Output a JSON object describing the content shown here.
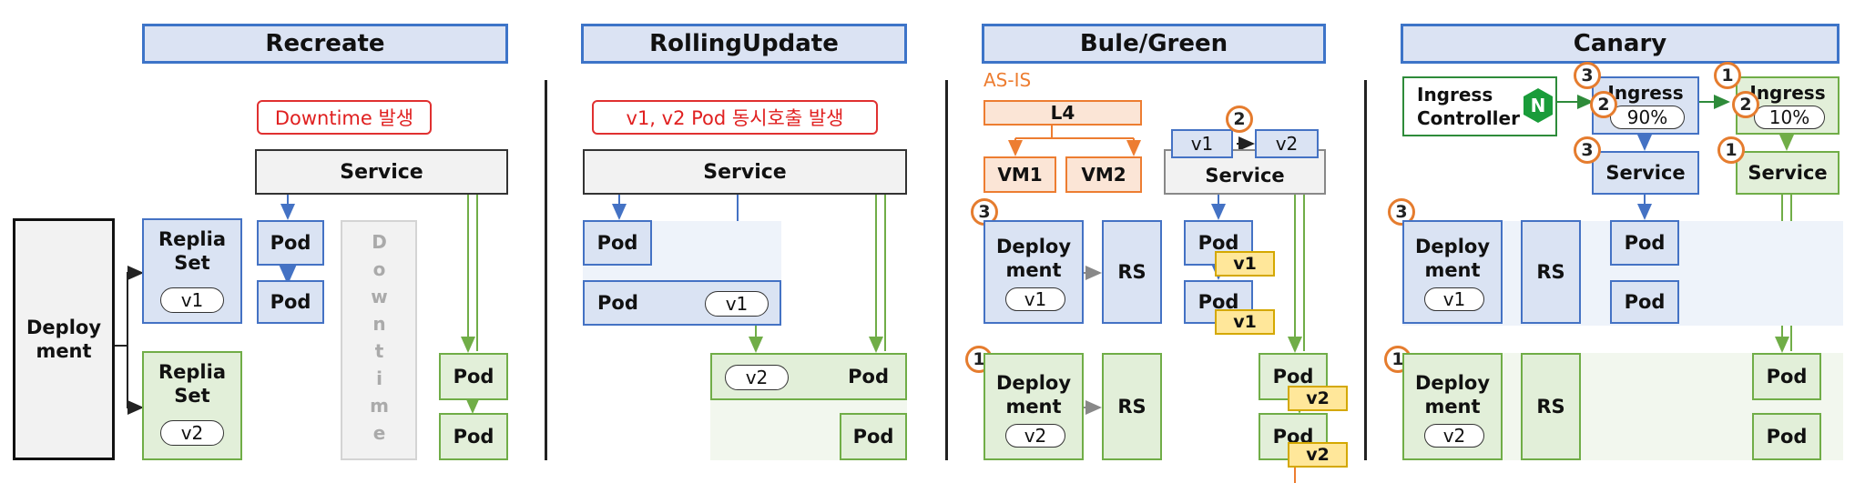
{
  "sections": [
    {
      "title": "Recreate"
    },
    {
      "title": "RollingUpdate"
    },
    {
      "title": "Bule/Green"
    },
    {
      "title": "Canary"
    }
  ],
  "recreate": {
    "note": "Downtime 발생",
    "service": "Service",
    "deployment": "Deploy\nment",
    "rs": "Replia\nSet",
    "v1": "v1",
    "v2": "v2",
    "pod": "Pod",
    "downtime": "Downtime"
  },
  "rolling": {
    "note": "v1, v2 Pod 동시호출 발생",
    "service": "Service",
    "pod": "Pod",
    "v1": "v1",
    "v2": "v2"
  },
  "bluegreen": {
    "asis": "AS-IS",
    "l4": "L4",
    "vm1": "VM1",
    "vm2": "VM2",
    "v1": "v1",
    "v2": "v2",
    "service": "Service",
    "deployment": "Deploy\nment",
    "rs": "RS",
    "pod": "Pod",
    "n1": "1",
    "n2": "2",
    "n3": "3"
  },
  "canary": {
    "controller": "Ingress\nController",
    "ingress": "Ingress",
    "pct90": "90%",
    "pct10": "10%",
    "service": "Service",
    "deployment": "Deploy\nment",
    "rs": "RS",
    "pod": "Pod",
    "v1": "v1",
    "v2": "v2",
    "n1": "1",
    "n2": "2",
    "n3": "3",
    "logo": "N"
  },
  "colors": {
    "blue_fill": "#dae3f3",
    "blue_border": "#4472c4",
    "green_fill": "#e2efd9",
    "green_border": "#70ad47",
    "orange": "#ed7d31",
    "red": "#e02020",
    "yellow": "#ffe79a"
  }
}
